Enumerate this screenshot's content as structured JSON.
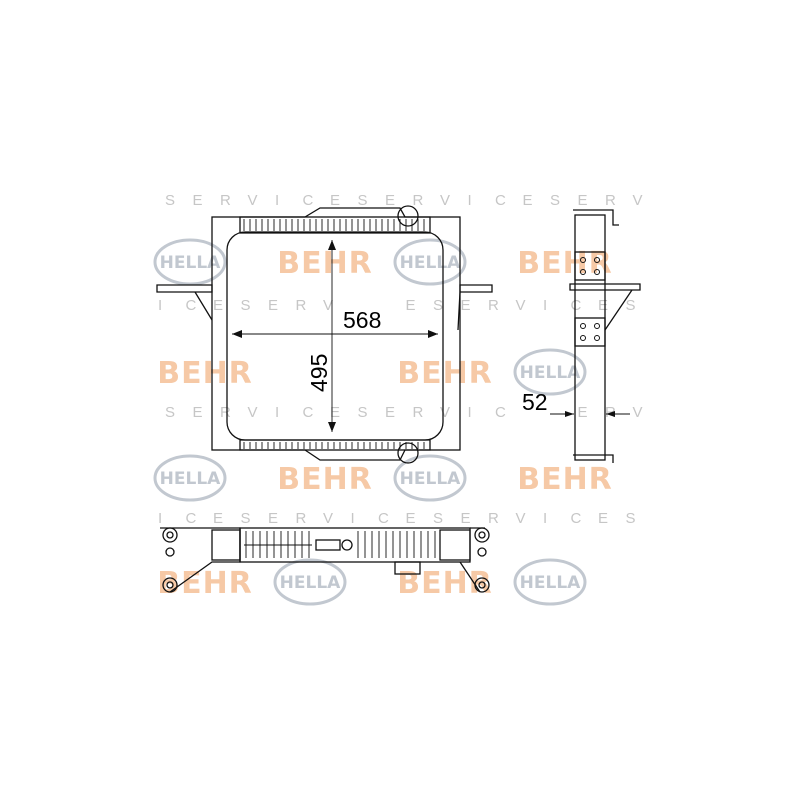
{
  "watermark": {
    "brand_primary": "BEHR",
    "brand_secondary": "HELLA",
    "service_word": "SERVICE",
    "colors": {
      "behr": "#f6c9a6",
      "hella": "#c2c8d0",
      "service": "#c6c6c6"
    }
  },
  "dimensions": {
    "width_label": "568",
    "height_label": "495",
    "depth_label": "52"
  },
  "views": [
    "front-view",
    "side-view",
    "bottom-view"
  ]
}
